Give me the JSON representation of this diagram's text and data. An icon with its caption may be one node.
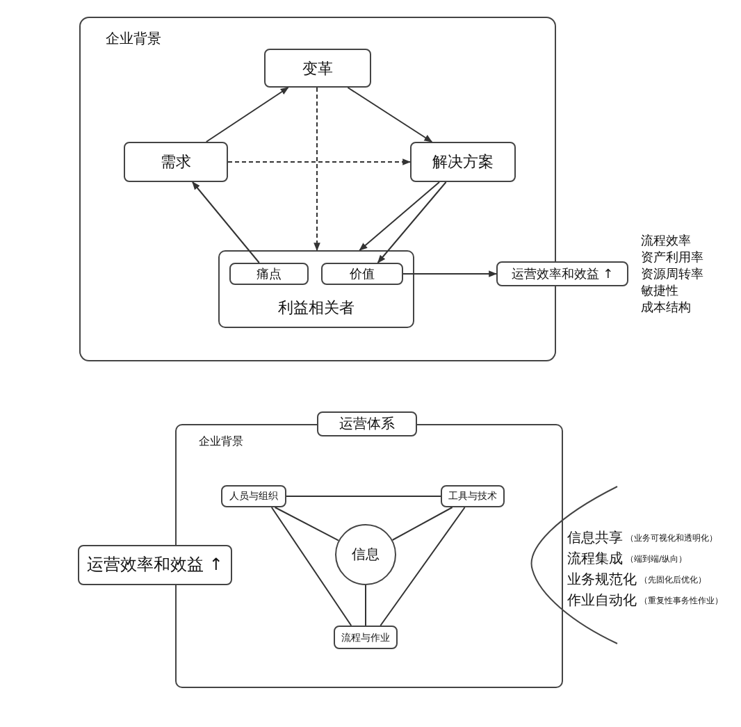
{
  "diagram": {
    "nodes": [
      {
        "text": [
          "企业背景"
        ]
      },
      {
        "text": [
          "变革"
        ],
        "in": 0
      },
      {
        "text": [
          "需求"
        ],
        "in": 0
      },
      {
        "text": [
          "解决方案"
        ],
        "in": 0
      },
      {
        "text": [
          "利益相关者"
        ],
        "in": 0
      },
      {
        "text": [
          "痛点"
        ],
        "in": 4
      },
      {
        "text": [
          "价值"
        ],
        "in": 4
      },
      {
        "text": [
          "运营效率和效益 ↑"
        ]
      },
      {
        "text": [
          "企业背景"
        ]
      },
      {
        "text": [
          "运营体系"
        ]
      },
      {
        "text": [
          "人员与组织"
        ],
        "in": 8
      },
      {
        "text": [
          "工具与技术"
        ],
        "in": 8
      },
      {
        "text": [
          "信息"
        ],
        "in": 8
      },
      {
        "text": [
          "流程与作业"
        ],
        "in": 8
      },
      {
        "text": [
          "运营效率和效益 ↑"
        ]
      }
    ],
    "edges": [
      {
        "from": 2,
        "to": 1,
        "arrow": "to"
      },
      {
        "from": 1,
        "to": 3,
        "arrow": "to"
      },
      {
        "from": 2,
        "to": 3,
        "arrow": "to",
        "style": "dashed"
      },
      {
        "from": 1,
        "to": 4,
        "arrow": "to",
        "style": "dashed"
      },
      {
        "from": 3,
        "to": 4,
        "arrow": "to"
      },
      {
        "from": 3,
        "to": 6,
        "arrow": "to"
      },
      {
        "from": 5,
        "to": 2,
        "arrow": "to"
      },
      {
        "from": 6,
        "to": 7,
        "arrow": "to"
      },
      {
        "from": 10,
        "to": 11,
        "arrow": "none"
      },
      {
        "from": 10,
        "to": 12,
        "arrow": "none"
      },
      {
        "from": 11,
        "to": 12,
        "arrow": "none"
      },
      {
        "from": 12,
        "to": 13,
        "arrow": "none"
      },
      {
        "from": 10,
        "to": 13,
        "arrow": "none"
      },
      {
        "from": 11,
        "to": 13,
        "arrow": "none"
      }
    ],
    "labels": [
      "流程效率",
      "资产利用率",
      "资源周转率",
      "敏捷性",
      "成本结构",
      "信息共享",
      "（业务可视化和透明化）",
      "流程集成",
      "（端到端/纵向）",
      "业务规范化",
      "（先固化后优化）",
      "作业自动化",
      "（重复性事务性作业）"
    ]
  }
}
